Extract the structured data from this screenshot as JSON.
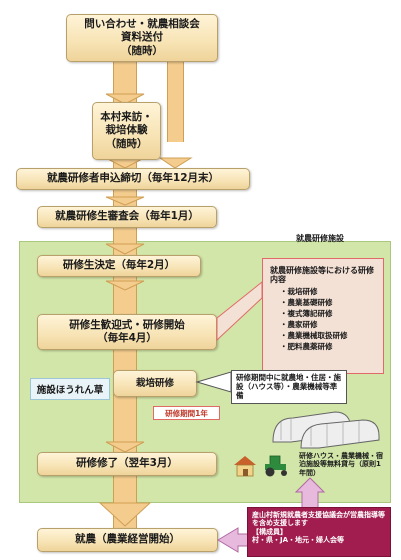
{
  "nodes": {
    "inquiry": "問い合わせ・就農相談会\n資料送付\n（随時）",
    "visit": "本村来訪・\n栽培体験\n（随時）",
    "deadline": "就農研修者申込締切（毎年12月末）",
    "review": "就農研修生審査会（毎年1月）",
    "decision": "研修生決定（毎年2月）",
    "ceremony": "研修生歓迎式・研修開始\n（毎年4月）",
    "spinach": "施設ほうれん草",
    "cultivation": "栽培研修",
    "completion": "研修修了（翌年3月）",
    "farming": "就農（農業経営開始）"
  },
  "facility_label": "就農研修施設",
  "training_contents": {
    "title": "就農研修施設等における研修内容",
    "items": [
      "栽培研修",
      "農業基礎研修",
      "複式簿記研修",
      "農家研修",
      "農業機械取扱研修",
      "肥料農薬研修"
    ]
  },
  "period_note": "研修期間中に就農地・住居・施設（ハウス等）・農業機械等準備",
  "period_label": "研修期間1年",
  "rental_note": "研修ハウス・農業機械・宿泊施設等無料貸与（原則1年間）",
  "support_note": "産山村新規就農者支援協議会が営農指導等を含め支援します\n【構成員】\n村・県・JA・地元・婦人会等"
}
